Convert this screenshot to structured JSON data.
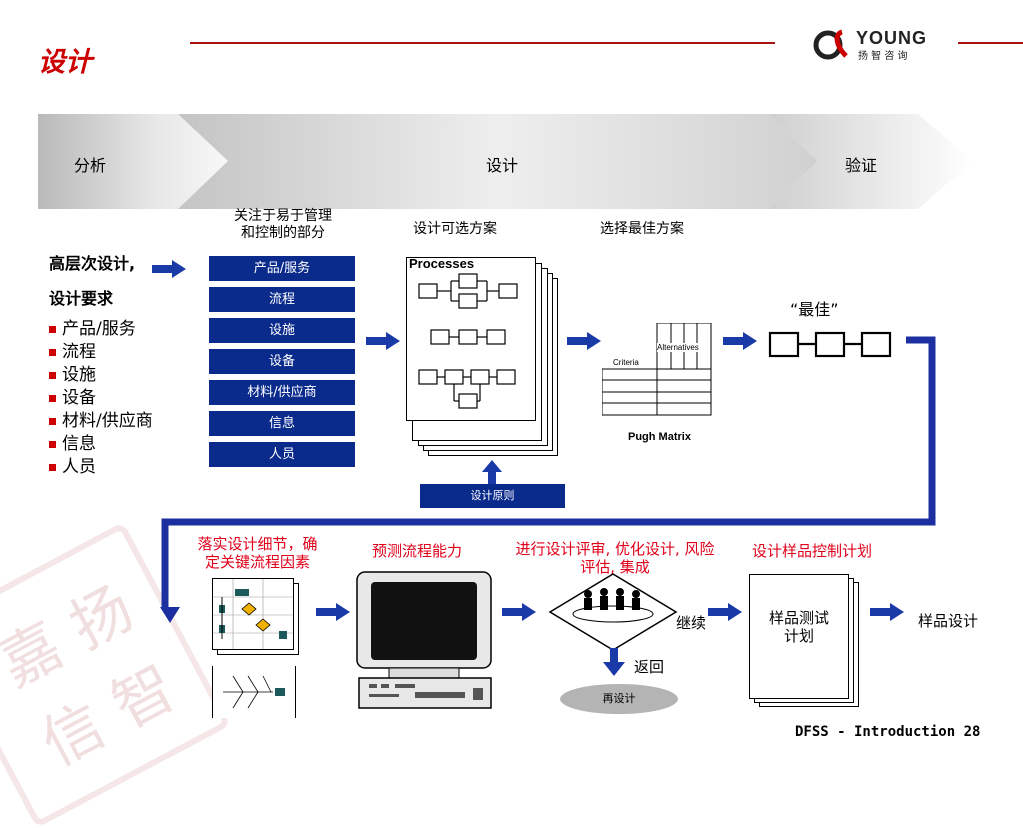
{
  "title": "设计",
  "logo": {
    "brand": "YOUNG",
    "sub": "扬 智 咨 询"
  },
  "watermark": [
    "嘉",
    "扬",
    "信",
    "智"
  ],
  "phases": {
    "analysis": "分析",
    "design": "设计",
    "verify": "验证"
  },
  "left": {
    "heading1": "高层次设计,",
    "heading2": "设计要求",
    "items": [
      "产品/服务",
      "流程",
      "设施",
      "设备",
      "材料/供应商",
      "信息",
      "人员"
    ]
  },
  "focus": {
    "heading": "关注于易于管理\n和控制的部分",
    "boxes": [
      "产品/服务",
      "流程",
      "设施",
      "设备",
      "材料/供应商",
      "信息",
      "人员"
    ]
  },
  "alternatives": {
    "heading": "设计可选方案",
    "doc_label": "Processes",
    "principle": "设计原则"
  },
  "select": {
    "heading": "选择最佳方案",
    "criteria": "Criteria",
    "alternatives": "Alternatives",
    "pugh": "Pugh Matrix"
  },
  "best": {
    "label": "“最佳”"
  },
  "bottom": {
    "detail": "落实设计细节，确\n定关键流程因素",
    "predict": "预测流程能力",
    "review": "进行设计评审, 优化设计, 风险\n评估, 集成",
    "control": "设计样品控制计划",
    "continue": "继续",
    "back": "返回",
    "redesign": "再设计",
    "test_plan": "样品测试\n计划",
    "sample": "样品设计"
  },
  "footer": "DFSS - Introduction 28",
  "colors": {
    "accent": "#cc0000",
    "navy": "#0a2a8c",
    "arrow": "#1a3aa8",
    "flow": "#1b2fa0"
  }
}
